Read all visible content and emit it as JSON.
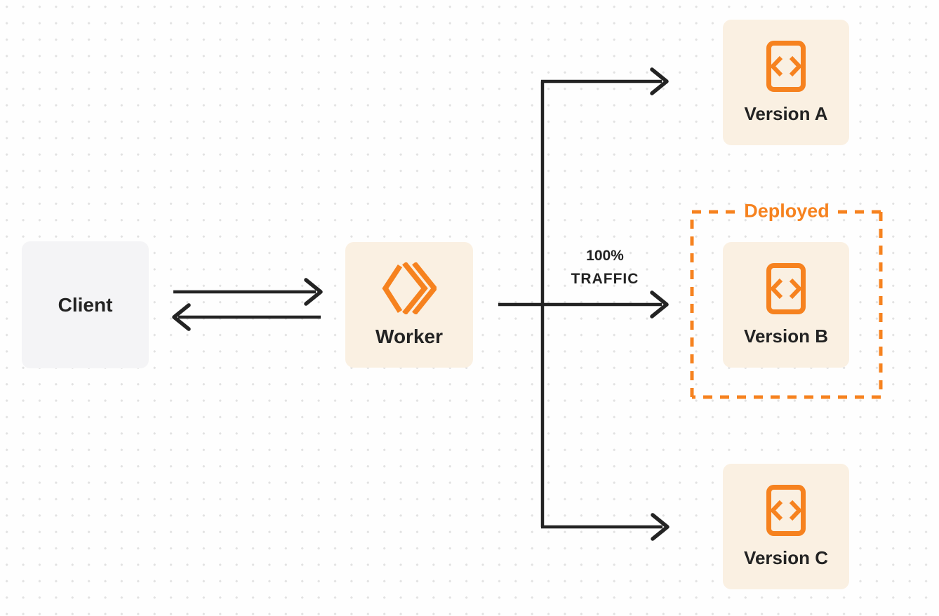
{
  "colors": {
    "bg": "#fefefe",
    "dot": "#e2e2e2",
    "ink": "#232323",
    "orange": "#f6821f",
    "cream": "#faf0e2",
    "graybox": "#f4f4f6"
  },
  "nodes": {
    "client": {
      "label": "Client"
    },
    "worker": {
      "label": "Worker"
    },
    "versions": [
      {
        "label": "Version A"
      },
      {
        "label": "Version B"
      },
      {
        "label": "Version C"
      }
    ]
  },
  "annotations": {
    "deployed": {
      "label": "Deployed"
    },
    "traffic": {
      "line1": "100%",
      "line2": "TRAFFIC"
    }
  },
  "icons": {
    "worker": "worker-chevrons-icon",
    "version": "code-file-icon"
  }
}
